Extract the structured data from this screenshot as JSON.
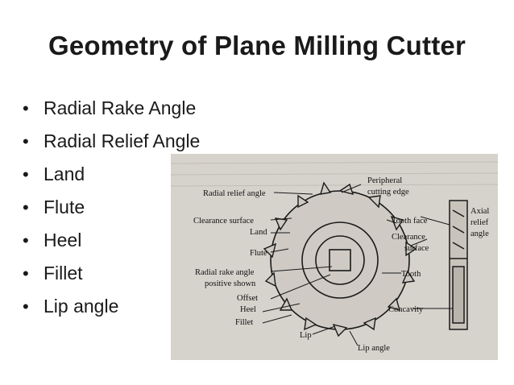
{
  "slide": {
    "title": "Geometry of Plane Milling Cutter",
    "bullets": [
      "Radial Rake Angle",
      "Radial Relief Angle",
      "Land",
      "Flute",
      "Heel",
      "Fillet",
      "Lip angle"
    ]
  },
  "figure": {
    "labels": {
      "radial_relief_angle": "Radial relief angle",
      "peripheral": "Peripheral",
      "cutting_edge": "cutting edge",
      "clearance_surface": "Clearance surface",
      "land": "Land",
      "tooth_face": "Tooth face",
      "clearance": "Clearance",
      "surface": "surface",
      "axial": "Axial",
      "relief": "relief",
      "angle": "angle",
      "flute": "Flute",
      "radial_rake_angle": "Radial rake angle",
      "positive_shown": "positive shown",
      "tooth": "Tooth",
      "offset": "Offset",
      "heel": "Heel",
      "fillet": "Fillet",
      "concavity": "Concavity",
      "lip": "Lip",
      "lip_angle": "Lip angle"
    }
  }
}
